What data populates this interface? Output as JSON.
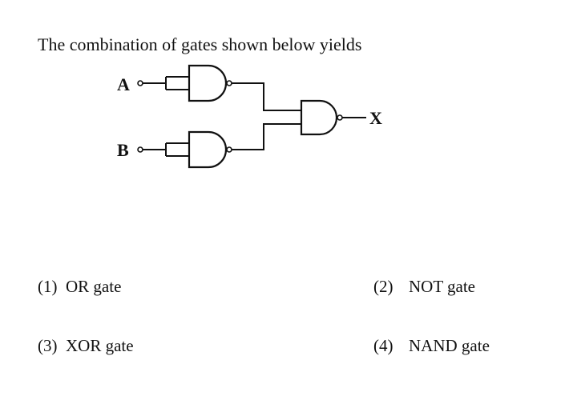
{
  "question": {
    "text": "The combination of gates shown below yields"
  },
  "diagram": {
    "input_a_label": "A",
    "input_b_label": "B",
    "output_label": "X",
    "gates": [
      "NAND",
      "NAND",
      "NAND"
    ]
  },
  "options": [
    {
      "number": "(1)",
      "text": "OR gate"
    },
    {
      "number": "(2)",
      "text": "NOT gate"
    },
    {
      "number": "(3)",
      "text": "XOR gate"
    },
    {
      "number": "(4)",
      "text": "NAND gate"
    }
  ]
}
